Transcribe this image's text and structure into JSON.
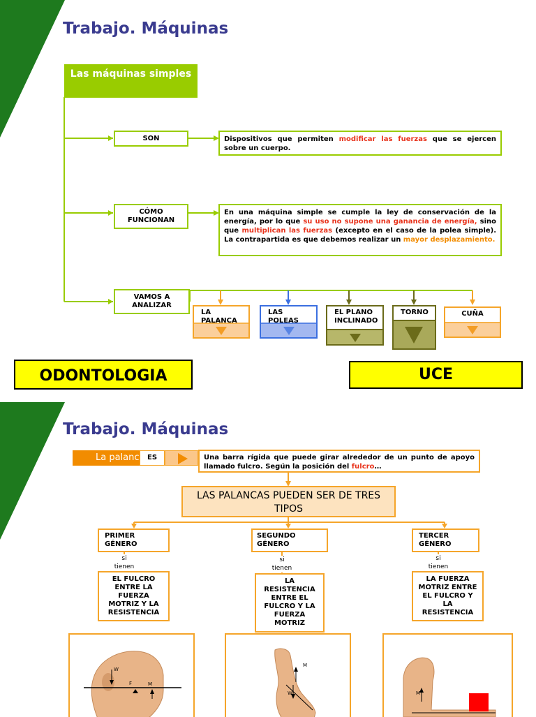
{
  "slide1": {
    "title": "Trabajo. Máquinas",
    "root": "Las máquinas simples",
    "son_label": "SON",
    "son_text": {
      "a": "Dispositivos que permiten ",
      "b": "modificar las fuerzas",
      "c": " que se ejercen sobre un cuerpo."
    },
    "como_label": "CÓMO FUNCIONAN",
    "como_text": {
      "a": "En una máquina simple se cumple la ley de conservación de la energía, por lo que ",
      "b": "su uso no supone una ganancia de energía,",
      "c": " sino que ",
      "d": "multiplican las fuerzas",
      "e": " (excepto en el caso de la polea simple). La contrapartida es que debemos realizar un ",
      "f": "mayor desplazamiento."
    },
    "vamos_label": "VAMOS A ANALIZAR",
    "machines": [
      "LA PALANCA",
      "LAS POLEAS",
      "EL PLANO INCLINADO",
      "TORNO",
      "CUÑA"
    ],
    "banner_left": "ODONTOLOGIA",
    "banner_right": "UCE"
  },
  "slide2": {
    "title": "Trabajo. Máquinas",
    "tab_label": "La palanca",
    "es_label": "ES",
    "definition": {
      "a": "Una barra rígida que puede girar alrededor de un punto de apoyo llamado fulcro. Según la posición del ",
      "b": "fulcro",
      "c": "…"
    },
    "types_header": "LAS PALANCAS PUEDEN SER DE TRES TIPOS",
    "genres": [
      "PRIMER GÉNERO",
      "SEGUNDO GÉNERO",
      "TERCER GÉNERO"
    ],
    "si_tienen": "si tienen",
    "descriptions": [
      "EL FULCRO ENTRE LA FUERZA MOTRIZ Y LA RESISTENCIA",
      "LA RESISTENCIA ENTRE EL FULCRO Y LA FUERZA MOTRIZ",
      "LA FUERZA MOTRIZ ENTRE EL FULCRO Y LA RESISTENCIA"
    ],
    "fig_labels": {
      "w": "W",
      "f": "F",
      "m": "M"
    }
  },
  "colors": {
    "title": "#3a3b8f",
    "green": "#99cc00",
    "dark_green": "#1e7a1e",
    "orange": "#f28c00",
    "blue": "#3b6fe0",
    "olive": "#6b6b1a",
    "red_text": "#e8331c",
    "banner_yellow": "#ffff00"
  }
}
